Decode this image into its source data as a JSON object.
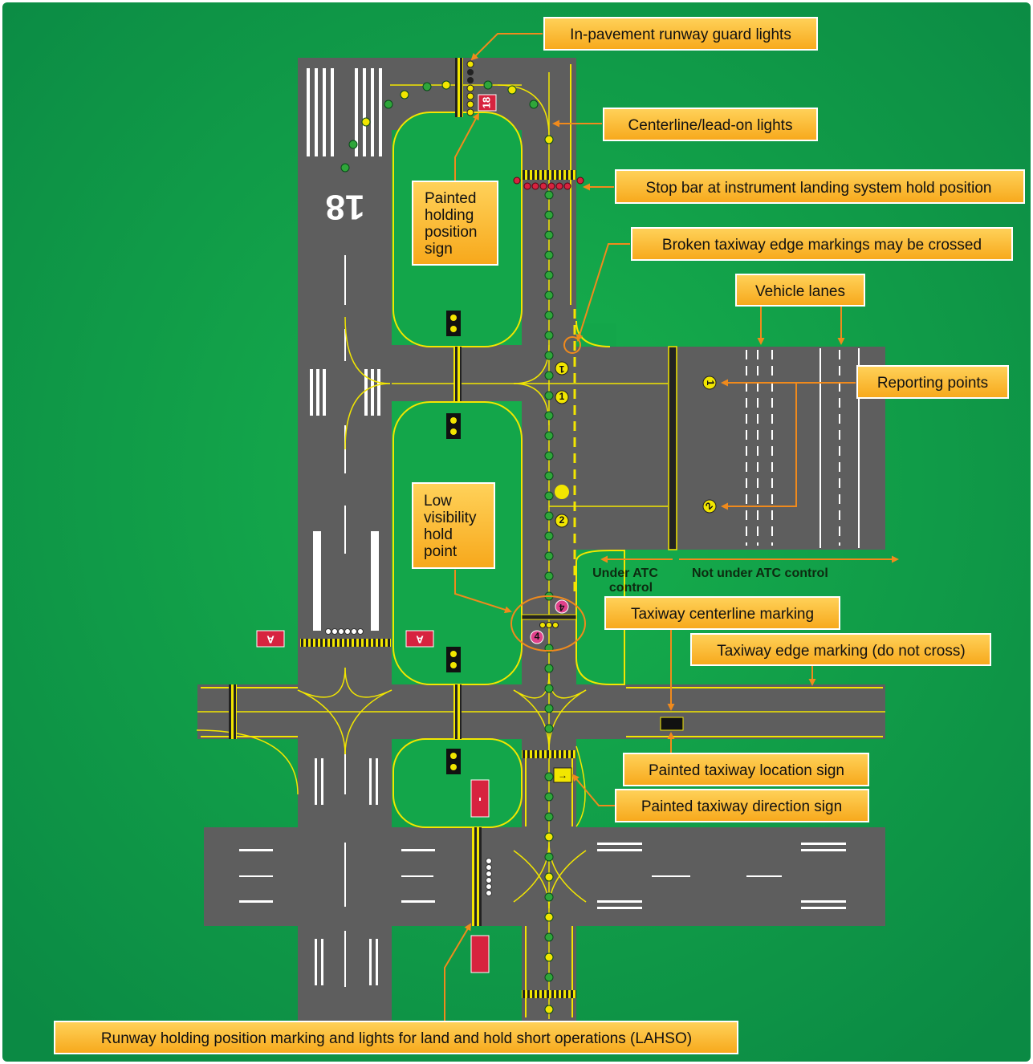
{
  "runway": {
    "designator": "18"
  },
  "signs": {
    "hold_position_sign": "18",
    "ils_sign_left": "A",
    "ils_sign_right": "A",
    "direction_arrow": "→"
  },
  "reporting_points": [
    "1",
    "1",
    "1",
    "2",
    "2",
    "4",
    "4"
  ],
  "callouts": {
    "guard_lights": "In-pavement runway guard lights",
    "centerline_lights": "Centerline/lead-on lights",
    "stop_bar": "Stop bar at instrument landing system hold position",
    "broken_edge": "Broken taxiway edge markings may be crossed",
    "vehicle_lanes": "Vehicle lanes",
    "reporting_points": "Reporting points",
    "hold_sign": [
      "Painted",
      "holding",
      "position",
      "sign"
    ],
    "low_vis": [
      "Low",
      "visibility",
      "hold",
      "point"
    ],
    "centerline_marking": "Taxiway centerline marking",
    "edge_marking": "Taxiway edge marking (do not cross)",
    "location_sign": "Painted taxiway location sign",
    "direction_sign": "Painted taxiway direction sign",
    "lahso": "Runway holding position marking and lights for land and hold short operations (LAHSO)"
  },
  "control_labels": {
    "under_atc": [
      "Under ATC",
      "control"
    ],
    "not_under_atc": "Not under ATC control"
  },
  "colors": {
    "background": "#12a64a",
    "pavement": "#5e5e5e",
    "callout_fill": "#fbb631",
    "arrow": "#f08a1c",
    "taxi_yellow": "#f2e600",
    "light_green": "#2fa63a",
    "sign_red": "#d7233f"
  }
}
